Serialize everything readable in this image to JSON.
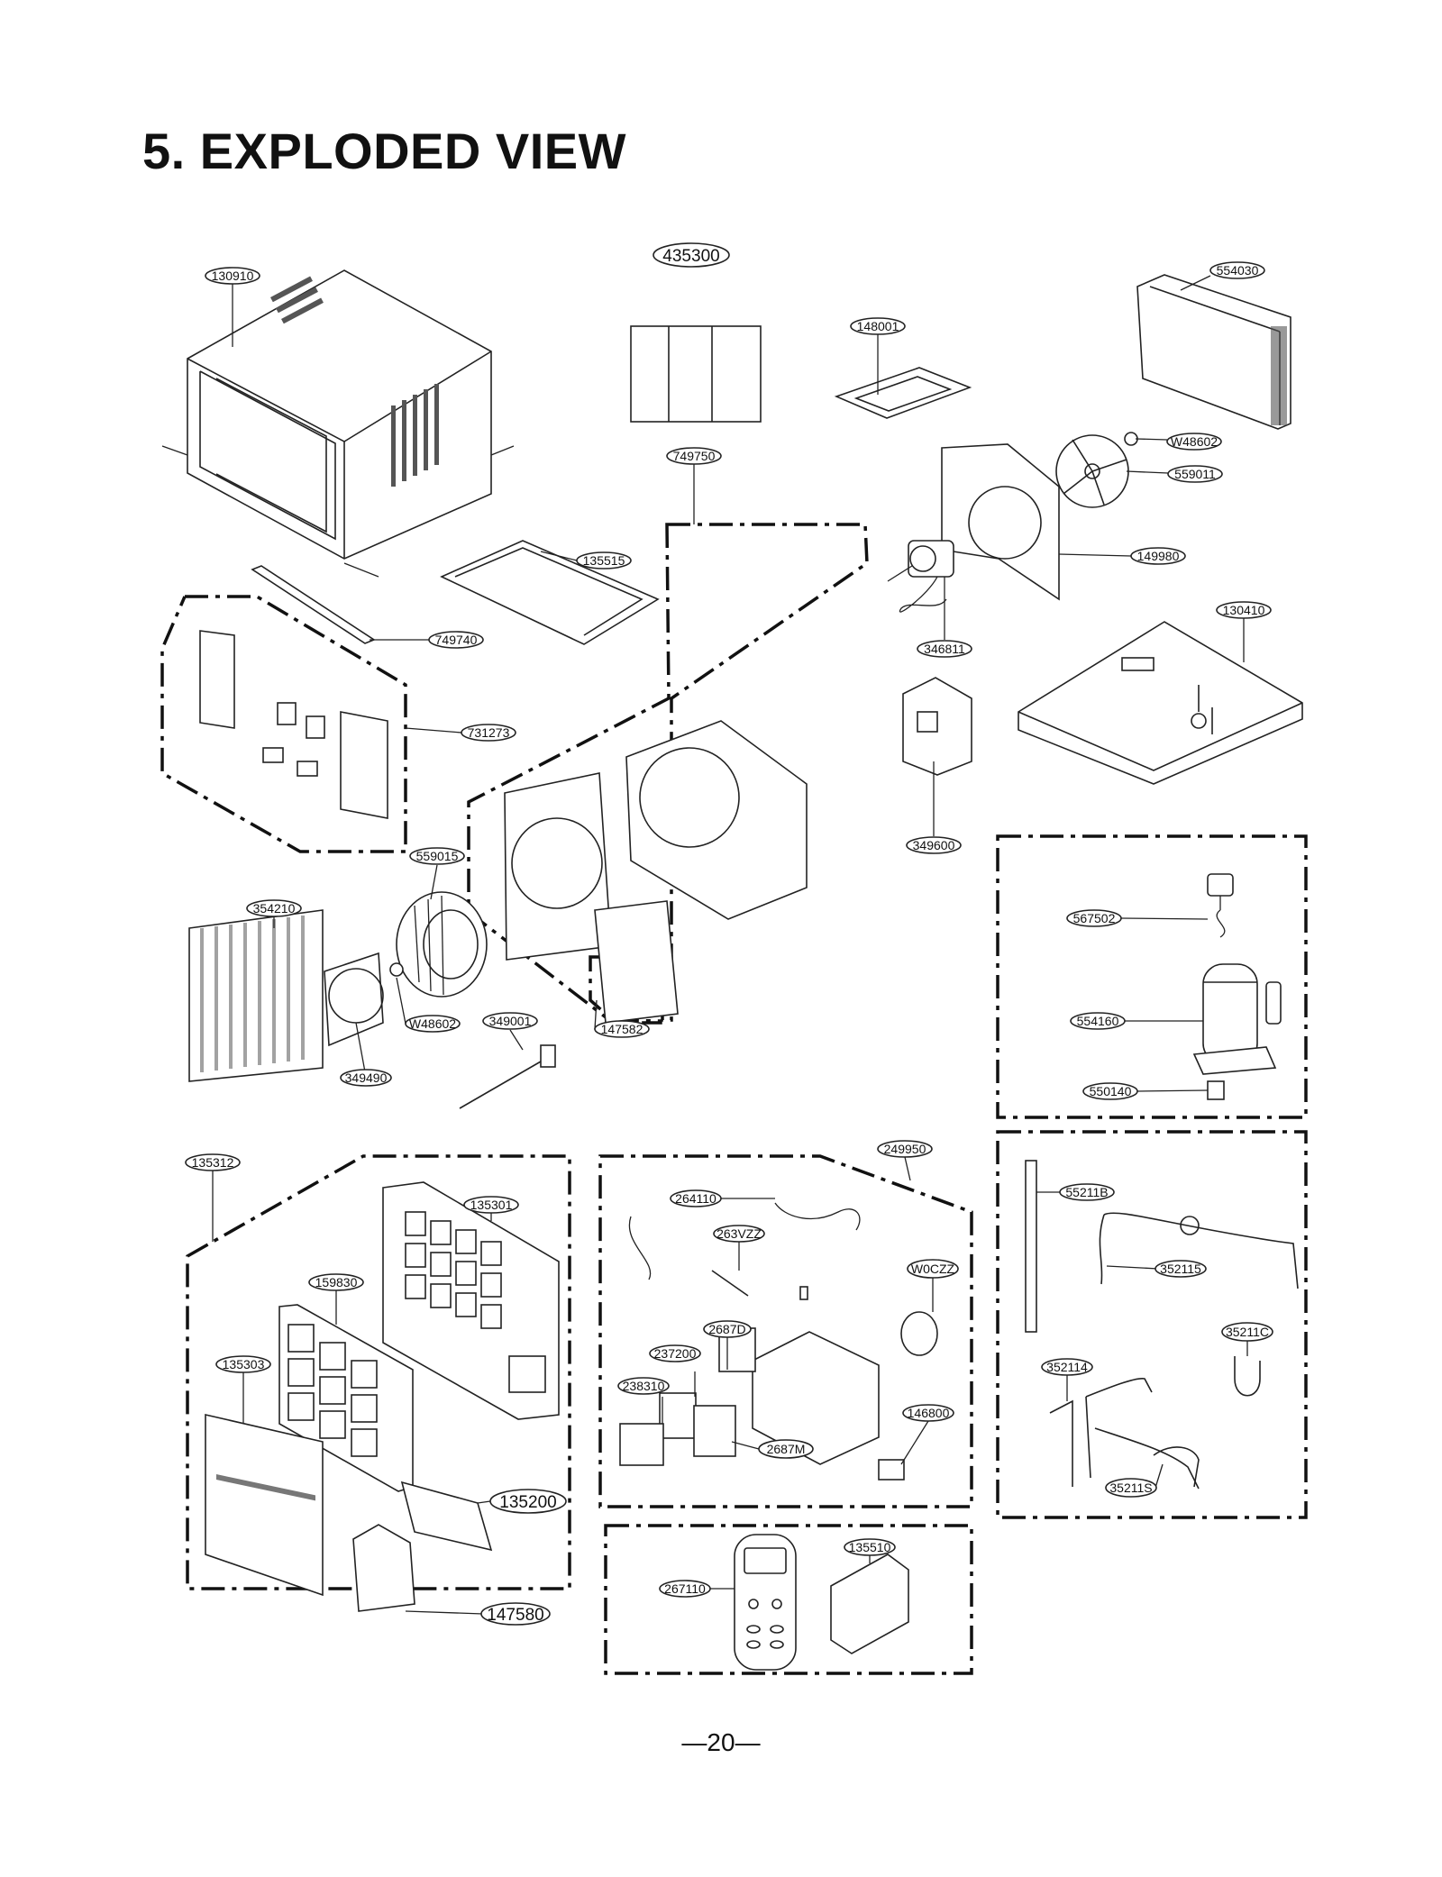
{
  "page": {
    "title": "5. EXPLODED VIEW",
    "page_number": "—20—"
  },
  "labels": {
    "p130910": "130910",
    "p435300": "435300",
    "p554030": "554030",
    "p148001": "148001",
    "pW48602a": "W48602",
    "p559011": "559011",
    "p749750": "749750",
    "p149980": "149980",
    "p135515": "135515",
    "p749740": "749740",
    "p346811": "346811",
    "p130410": "130410",
    "p731273": "731273",
    "p349600": "349600",
    "p559015": "559015",
    "p354210": "354210",
    "p567502": "567502",
    "pW48602b": "W48602",
    "p349001": "349001",
    "p147582": "147582",
    "p554160": "554160",
    "p349490": "349490",
    "p550140": "550140",
    "p135312": "135312",
    "p249950": "249950",
    "p135301": "135301",
    "p264110": "264110",
    "p55211B": "55211B",
    "p263VZZ": "263VZZ",
    "pW0CZZ": "W0CZZ",
    "p352115": "352115",
    "p159830": "159830",
    "p2687D": "2687D",
    "p35211C": "35211C",
    "p237200": "237200",
    "p135303": "135303",
    "p352114": "352114",
    "p238310": "238310",
    "p146800": "146800",
    "p2687M": "2687M",
    "p35211S": "35211S",
    "p135200": "135200",
    "p135510": "135510",
    "p267110": "267110",
    "p147580": "147580"
  }
}
